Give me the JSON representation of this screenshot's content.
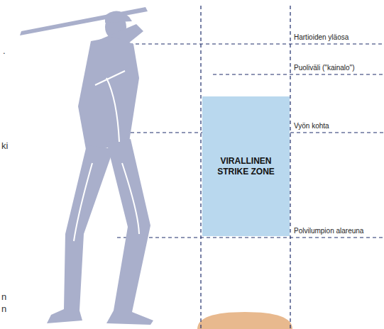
{
  "diagram": {
    "nodes": [
      {
        "text": [
          "VIRALLINEN STRIKE ZONE"
        ]
      }
    ],
    "labels": [
      "Hartioiden yläosa",
      "Puoliväli (\"kainalo\")",
      "Vyön kohta",
      "Polvilumpion alareuna",
      ".",
      "ki",
      "n",
      "n"
    ]
  }
}
